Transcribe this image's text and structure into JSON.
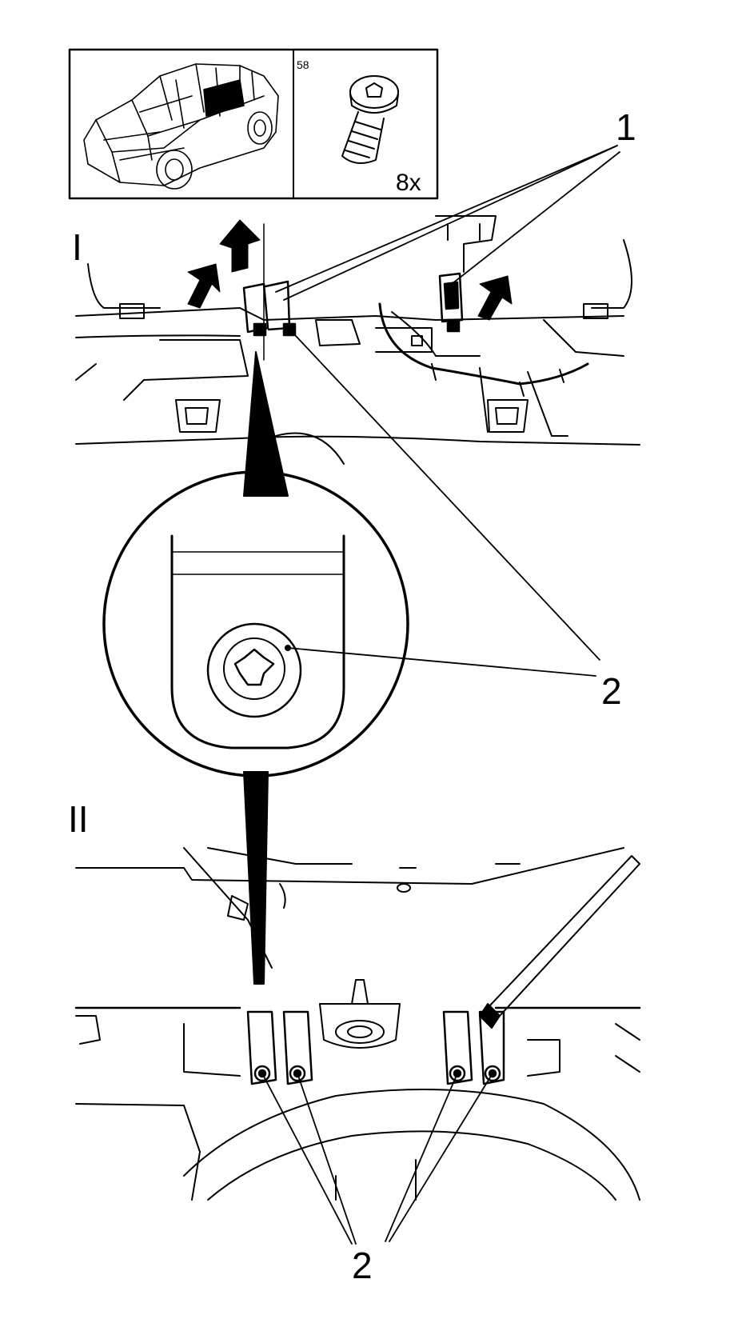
{
  "figure": {
    "inset": {
      "part_number": "58",
      "quantity": "8x"
    },
    "view_labels": {
      "upper": "I",
      "lower": "II"
    },
    "callouts": {
      "one": "1",
      "two_detail": "2",
      "two_bottom": "2"
    }
  },
  "colors": {
    "ink": "#000000",
    "paper": "#ffffff"
  }
}
